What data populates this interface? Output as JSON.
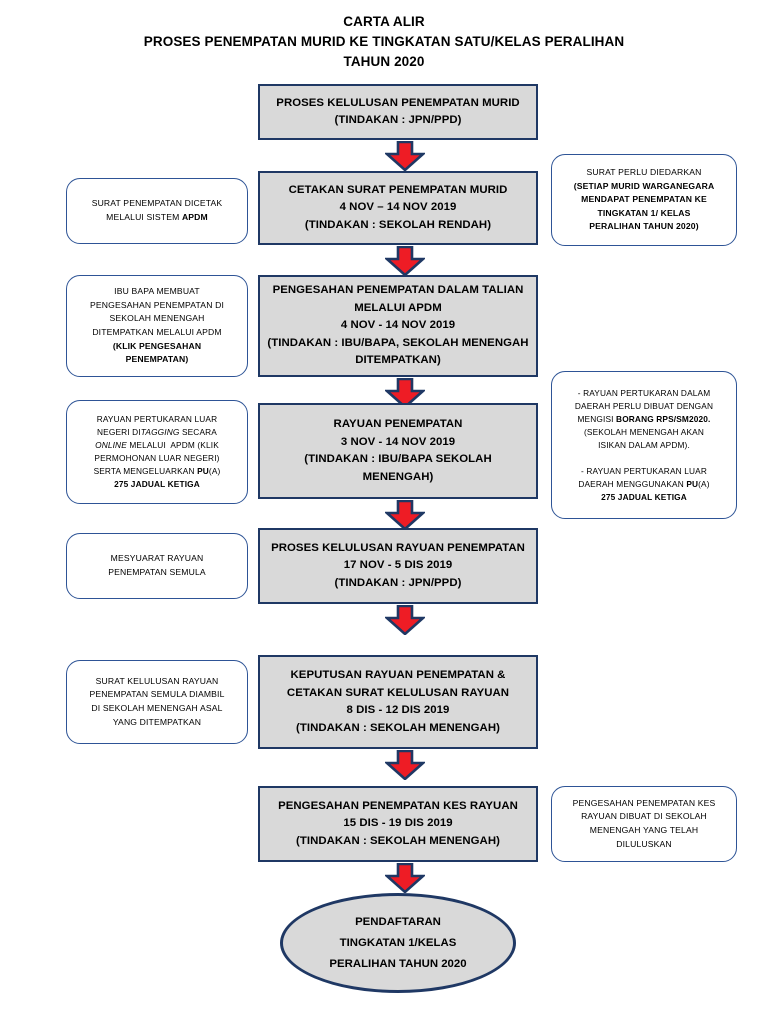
{
  "title": {
    "line1": "CARTA ALIR",
    "line2": "PROSES PENEMPATAN MURID KE TINGKATAN SATU/KELAS PERALIHAN",
    "line3": "TAHUN 2020"
  },
  "colors": {
    "process_fill": "#d9d9d9",
    "process_border": "#1f3864",
    "note_border": "#2e5496",
    "arrow_fill": "#ee1c25",
    "arrow_border": "#1f3864",
    "text": "#000000"
  },
  "process_steps": [
    {
      "id": "step-1",
      "lines": [
        "PROSES KELULUSAN PENEMPATAN MURID",
        "(TINDAKAN : JPN/PPD)"
      ]
    },
    {
      "id": "step-2",
      "lines": [
        "CETAKAN SURAT PENEMPATAN MURID",
        "4 NOV &ndash; 14 NOV 2019",
        "(TINDAKAN : SEKOLAH RENDAH)"
      ]
    },
    {
      "id": "step-3",
      "lines": [
        "PENGESAHAN PENEMPATAN DALAM TALIAN",
        "MELALUI APDM",
        "4 NOV - 14 NOV 2019",
        "(TINDAKAN : IBU/BAPA, SEKOLAH MENENGAH",
        "DITEMPATKAN)"
      ]
    },
    {
      "id": "step-4",
      "lines": [
        "RAYUAN PENEMPATAN",
        "3 NOV - 14 NOV 2019",
        "(TINDAKAN : IBU/BAPA SEKOLAH",
        "MENENGAH)"
      ]
    },
    {
      "id": "step-5",
      "lines": [
        "PROSES KELULUSAN RAYUAN PENEMPATAN",
        "17 NOV - 5 DIS 2019",
        "(TINDAKAN : JPN/PPD)"
      ]
    },
    {
      "id": "step-6",
      "lines": [
        "KEPUTUSAN RAYUAN PENEMPATAN &amp;",
        "CETAKAN SURAT KELULUSAN RAYUAN",
        "8 DIS - 12 DIS 2019",
        "(TINDAKAN : SEKOLAH MENENGAH)"
      ]
    },
    {
      "id": "step-7",
      "lines": [
        "PENGESAHAN PENEMPATAN KES RAYUAN",
        "15 DIS - 19 DIS 2019",
        "(TINDAKAN : SEKOLAH MENENGAH)"
      ]
    }
  ],
  "terminator": {
    "id": "registration-terminator",
    "lines": [
      "PENDAFTARAN",
      "TINGKATAN 1/KELAS",
      "PERALIHAN TAHUN 2020"
    ]
  },
  "notes_left": [
    {
      "id": "note-left-1",
      "html": "SURAT PENEMPATAN DICETAK<br>MELALUI SISTEM <b>APDM</b>"
    },
    {
      "id": "note-left-2",
      "html": "IBU BAPA MEMBUAT<br>PENGESAHAN PENEMPATAN DI<br>SEKOLAH MENENGAH<br>DITEMPATKAN MELALUI APDM<br><b>(KLIK PENGESAHAN<br>PENEMPATAN)</b>"
    },
    {
      "id": "note-left-3",
      "html": "RAYUAN PERTUKARAN LUAR<br>NEGERI DI<i>TAGGING</i> SECARA<br><i>ONLINE</i> MELALUI&nbsp; APDM (KLIK<br>PERMOHONAN LUAR NEGERI)<br>SERTA MENGELUARKAN <b>PU</b>(A)<br><b>275 JADUAL KETIGA</b>"
    },
    {
      "id": "note-left-4",
      "html": "MESYUARAT RAYUAN<br>PENEMPATAN SEMULA"
    },
    {
      "id": "note-left-5",
      "html": "SURAT KELULUSAN RAYUAN<br>PENEMPATAN SEMULA DIAMBIL<br>DI SEKOLAH MENENGAH ASAL<br>YANG DITEMPATKAN"
    }
  ],
  "notes_right": [
    {
      "id": "note-right-1",
      "html": "SURAT PERLU DIEDARKAN<br><b>(SETIAP MURID WARGANEGARA<br>MENDAPAT PENEMPATAN KE<br>TINGKATAN 1/ KELAS<br>PERALIHAN TAHUN 2020)</b>"
    },
    {
      "id": "note-right-2",
      "html": "- RAYUAN PERTUKARAN DALAM<br>DAERAH PERLU DIBUAT DENGAN<br>MENGISI <b>BORANG RPS/SM2020.</b><br>(SEKOLAH MENENGAH AKAN<br>ISIKAN DALAM APDM).<br><br>- RAYUAN PERTUKARAN LUAR<br>DAERAH MENGGUNAKAN <b>PU</b>(A)<br><b>275 JADUAL KETIGA</b>"
    },
    {
      "id": "note-right-3",
      "html": "PENGESAHAN PENEMPATAN KES<br>RAYUAN DIBUAT DI SEKOLAH<br>MENENGAH YANG TELAH<br>DILULUSKAN"
    }
  ],
  "arrows": [
    {
      "id": "arrow-1"
    },
    {
      "id": "arrow-2"
    },
    {
      "id": "arrow-3"
    },
    {
      "id": "arrow-4"
    },
    {
      "id": "arrow-5"
    },
    {
      "id": "arrow-6"
    },
    {
      "id": "arrow-7"
    }
  ]
}
